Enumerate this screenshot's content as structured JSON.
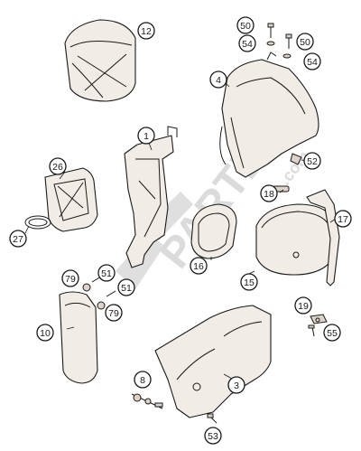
{
  "watermark": {
    "brand_text": "PARTZUS",
    "domain_text": ".com",
    "color": "#d8d8d8"
  },
  "callouts": [
    {
      "id": "c12",
      "label": "12"
    },
    {
      "id": "c50a",
      "label": "50"
    },
    {
      "id": "c54a",
      "label": "54"
    },
    {
      "id": "c50b",
      "label": "50"
    },
    {
      "id": "c54b",
      "label": "54"
    },
    {
      "id": "c4",
      "label": "4"
    },
    {
      "id": "c1",
      "label": "1"
    },
    {
      "id": "c26",
      "label": "26"
    },
    {
      "id": "c52",
      "label": "52"
    },
    {
      "id": "c18",
      "label": "18"
    },
    {
      "id": "c17",
      "label": "17"
    },
    {
      "id": "c27",
      "label": "27"
    },
    {
      "id": "c16",
      "label": "16"
    },
    {
      "id": "c15",
      "label": "15"
    },
    {
      "id": "c79a",
      "label": "79"
    },
    {
      "id": "c51a",
      "label": "51"
    },
    {
      "id": "c51b",
      "label": "51"
    },
    {
      "id": "c79b",
      "label": "79"
    },
    {
      "id": "c10",
      "label": "10"
    },
    {
      "id": "c19",
      "label": "19"
    },
    {
      "id": "c55",
      "label": "55"
    },
    {
      "id": "c8",
      "label": "8"
    },
    {
      "id": "c3",
      "label": "3"
    },
    {
      "id": "c53",
      "label": "53"
    }
  ]
}
